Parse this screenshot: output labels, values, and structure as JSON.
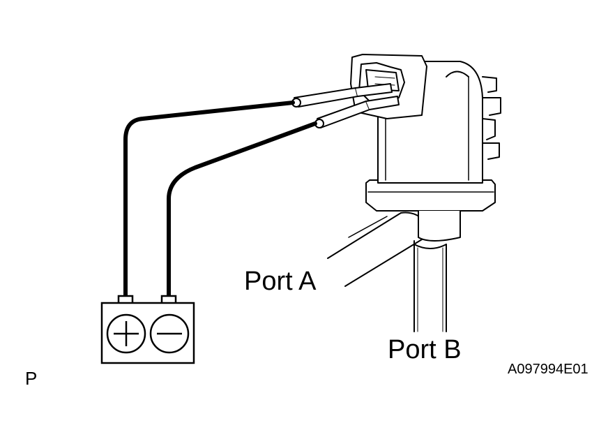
{
  "labels": {
    "port_a": "Port A",
    "port_b": "Port B",
    "corner_code": "P",
    "figure_id": "A097994E01"
  },
  "icons": {
    "battery_positive": "plus-icon",
    "battery_negative": "minus-icon"
  },
  "colors": {
    "ink": "#000000",
    "background": "#ffffff"
  }
}
